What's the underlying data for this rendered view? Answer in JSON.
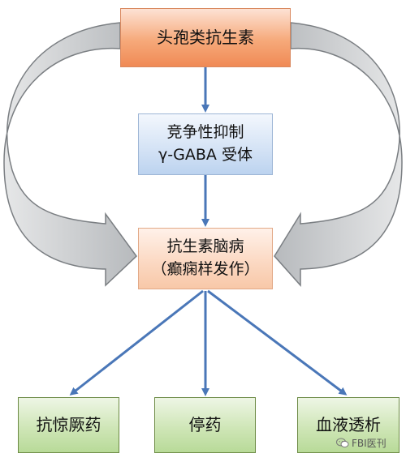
{
  "nodes": {
    "top": {
      "label": "头孢类抗生素"
    },
    "mid": {
      "line1": "竞争性抑制",
      "line2": "γ-GABA 受体"
    },
    "center": {
      "line1": "抗生素脑病",
      "line2": "（癫痫样发作）"
    },
    "outcomes": [
      {
        "label": "抗惊厥药"
      },
      {
        "label": "停药"
      },
      {
        "label": "血液透析"
      }
    ]
  },
  "watermark": {
    "text": "FBI医刊"
  },
  "colors": {
    "arrow": "#4a77b8",
    "curved_arrow_fill": "#c9ccce",
    "curved_arrow_stroke": "#7a7e82"
  }
}
